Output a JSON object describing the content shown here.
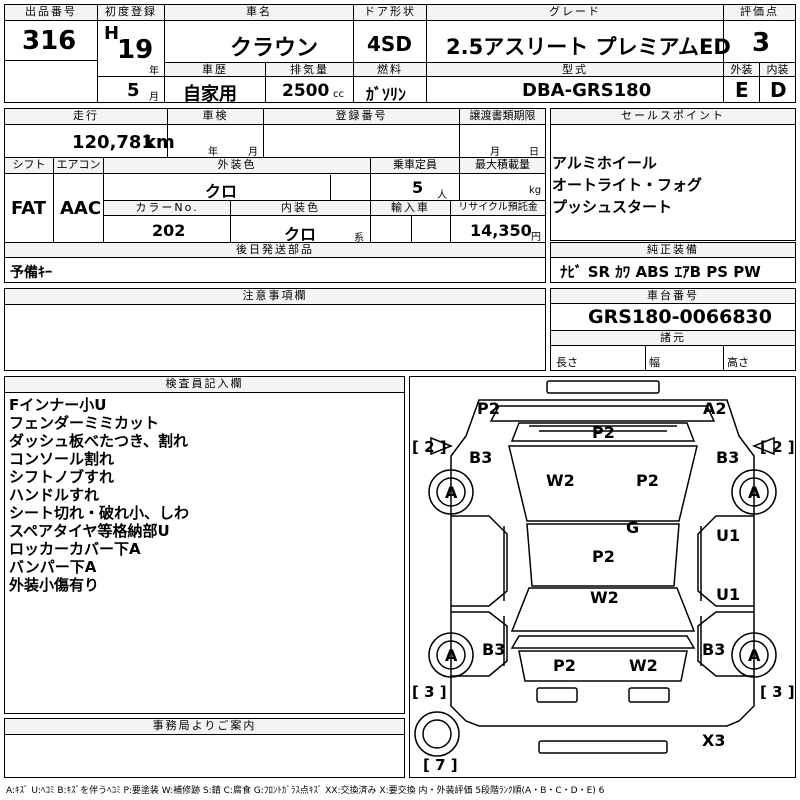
{
  "top": {
    "lot_label": "出品番号",
    "lot_no": "316",
    "first_reg_label": "初度登録",
    "era": "H",
    "year": "19",
    "year_unit": "年",
    "month": "5",
    "month_unit": "月",
    "car_name_label": "車名",
    "car_name": "クラウン",
    "door_label": "ドア形状",
    "door": "4SD",
    "grade_label": "グレード",
    "grade": "2.5アスリート プレミアムED",
    "score_label": "評価点",
    "score": "3",
    "history_label": "車歴",
    "history": "自家用",
    "displacement_label": "排気量",
    "displacement": "2500",
    "displacement_unit": "cc",
    "fuel_label": "燃料",
    "fuel": "ｶﾞｿﾘﾝ",
    "model_label": "型式",
    "model": "DBA-GRS180",
    "exterior_label": "外装",
    "exterior": "E",
    "interior_label": "内装",
    "interior": "D"
  },
  "mid": {
    "mileage_label": "走行",
    "mileage": "120,781",
    "mileage_unit": "km",
    "inspection_label": "車検",
    "insp_year_unit": "年",
    "insp_month_unit": "月",
    "reg_no_label": "登録番号",
    "transfer_label": "譲渡書類期限",
    "transfer_month_unit": "月",
    "transfer_day_unit": "日",
    "shift_label": "シフト",
    "shift": "FAT",
    "ac_label": "エアコン",
    "ac": "AAC",
    "ext_color_label": "外装色",
    "ext_color": "クロ",
    "capacity_label": "乗車定員",
    "capacity": "5",
    "capacity_unit": "人",
    "max_load_label": "最大積載量",
    "max_load_unit": "kg",
    "color_no_label": "カラーNo.",
    "color_no": "202",
    "int_color_label": "内装色",
    "int_color": "クロ",
    "int_color_unit": "系",
    "import_label": "輸入車",
    "recycle_label": "リサイクル預託金",
    "recycle": "14,350",
    "recycle_unit": "円",
    "sales_label": "セールスポイント",
    "sales_points": [
      "アルミホイール",
      "オートライト・フォグ",
      "プッシュスタート"
    ],
    "later_label": "後日発送部品",
    "later_parts": "予備ｷｰ",
    "equip_label": "純正装備",
    "equipment": "ﾅﾋﾞ SR ｶﾜ ABS ｴｱB PS PW"
  },
  "notes": {
    "caution_label": "注意事項欄",
    "chassis_label": "車台番号",
    "chassis_no": "GRS180-0066830",
    "spec_label": "諸元",
    "length_label": "長さ",
    "width_label": "幅",
    "height_label": "高さ"
  },
  "inspector": {
    "label": "検査員記入欄",
    "lines": [
      "Fインナー小U",
      "フェンダーミミカット",
      "ダッシュ板べたつき、割れ",
      "コンソール割れ",
      "シフトノブすれ",
      "ハンドルすれ",
      "シート切れ・破れ小、しわ",
      "スペアタイヤ等格納部U",
      "ロッカーカバー下A",
      "バンパー下A",
      "外装小傷有り"
    ]
  },
  "office_label": "事務局よりご案内",
  "diagram": {
    "marks": {
      "p2_front_left": "P2",
      "a2_front_right": "A2",
      "p2_hood": "P2",
      "b3_fl": "B3",
      "b3_fr": "B3",
      "w2_windshield": "W2",
      "p2_roof_front": "P2",
      "a_tire_fl": "A",
      "a_tire_fr": "A",
      "g_roof": "G",
      "u1_right_front_door": "U1",
      "p2_roof": "P2",
      "w2_rear_glass": "W2",
      "u1_right_rear_door": "U1",
      "a_tire_rl": "A",
      "a_tire_rr": "A",
      "b3_rl": "B3",
      "b3_rr": "B3",
      "p2_trunk": "P2",
      "w2_rear_window": "W2",
      "x3_rear": "X3"
    },
    "tire_fl": "[ 2 ]",
    "tire_fr": "[ 2 ]",
    "tire_rl": "[ 3 ]",
    "tire_rr": "[ 3 ]",
    "spare": "[ 7 ]"
  },
  "legend": "A:ｷｽﾞ U:ﾍｺﾐ B:ｷｽﾞを伴うﾍｺﾐ P:要塗装 W:補修跡 S:錆 C:腐食 G:ﾌﾛﾝﾄｶﾞﾗｽ点ｷｽﾞ XX:交換済み X:要交換 内・外装評価 5段階ﾗﾝｸ順(A・B・C・D・E) 6"
}
